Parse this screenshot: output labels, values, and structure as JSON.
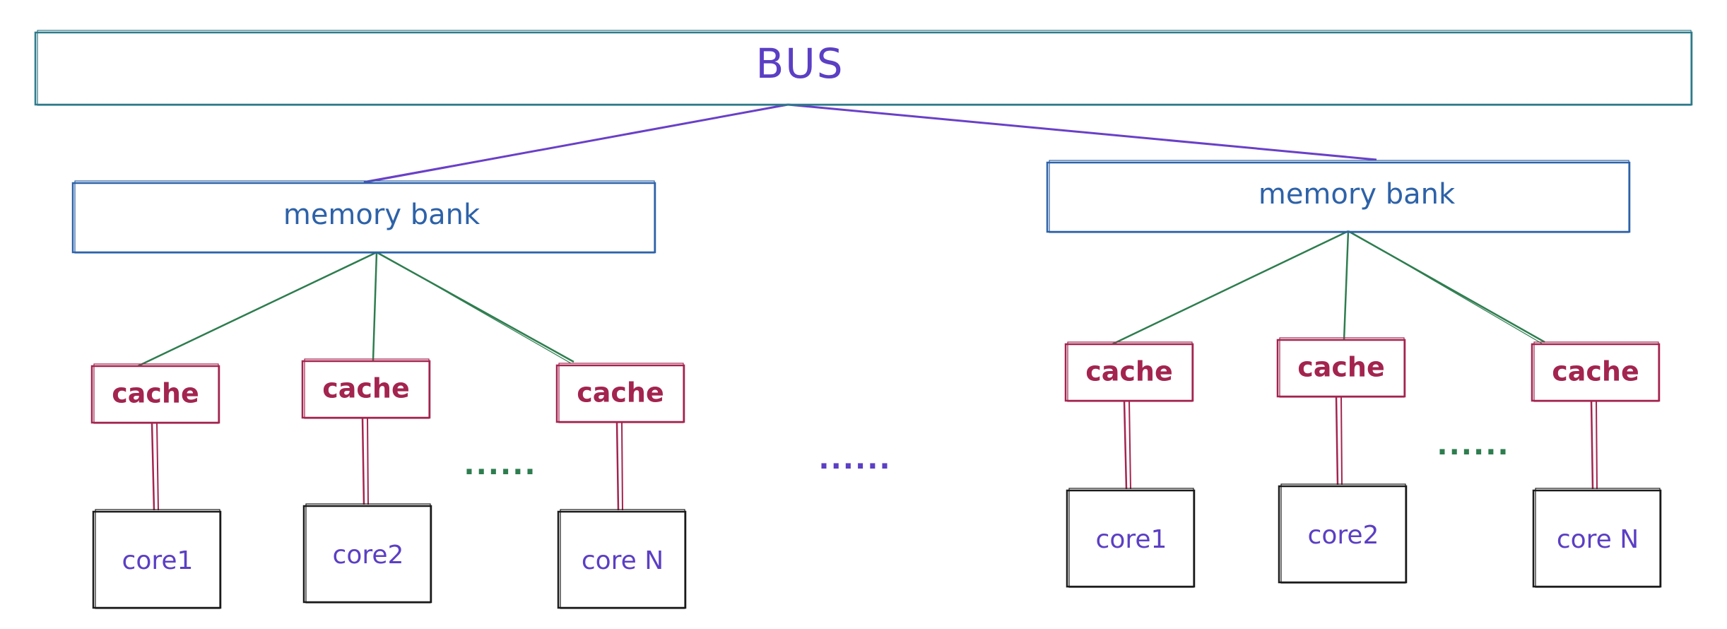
{
  "bus": {
    "label": "BUS"
  },
  "clusters": [
    {
      "memory_bank": "memory bank",
      "caches": [
        "cache",
        "cache",
        "cache"
      ],
      "cores": [
        "core1",
        "core2",
        "core N"
      ],
      "ellipsis": "......"
    },
    {
      "memory_bank": "memory bank",
      "caches": [
        "cache",
        "cache",
        "cache"
      ],
      "cores": [
        "core1",
        "core2",
        "core N"
      ],
      "ellipsis": "......"
    }
  ],
  "between_ellipsis": "......",
  "colors": {
    "bus_border": "#2e7a8a",
    "bus_text": "#5b3fc4",
    "bus_link": "#6a40c8",
    "memory_border": "#2d62a8",
    "memory_text": "#2d62a8",
    "tree_link": "#2e7d4f",
    "cache": "#a3244f",
    "core_border": "#1a1a1a",
    "core_text": "#5b3fc4",
    "cluster_dots": "#2e7d4f",
    "between_dots": "#5b3fc4"
  }
}
